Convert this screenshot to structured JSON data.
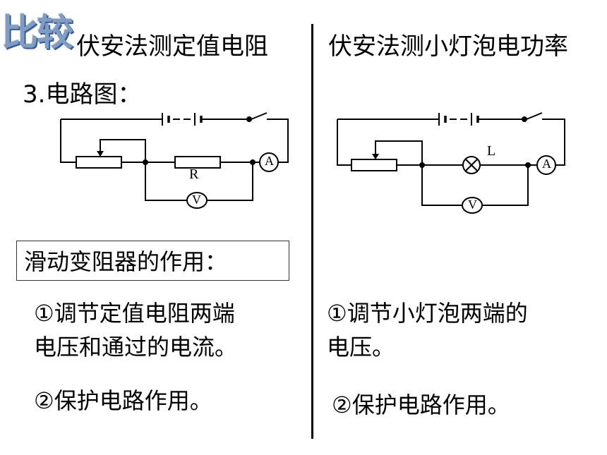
{
  "badge": "比较",
  "left": {
    "title": "伏安法测定值电阻",
    "section": "3.电路图：",
    "resistor_label": "R",
    "ammeter_label": "A",
    "voltmeter_label": "V",
    "box_title": "滑动变阻器的作用：",
    "item1_line1": "①调节定值电阻两端",
    "item1_line2": "电压和通过的电流。",
    "item2": "②保护电路作用。"
  },
  "right": {
    "title": "伏安法测小灯泡电功率",
    "lamp_label": "L",
    "ammeter_label": "A",
    "voltmeter_label": "V",
    "item1_line1": "①调节小灯泡两端的",
    "item1_line2": "电压。",
    "item2": "②保护电路作用。"
  }
}
